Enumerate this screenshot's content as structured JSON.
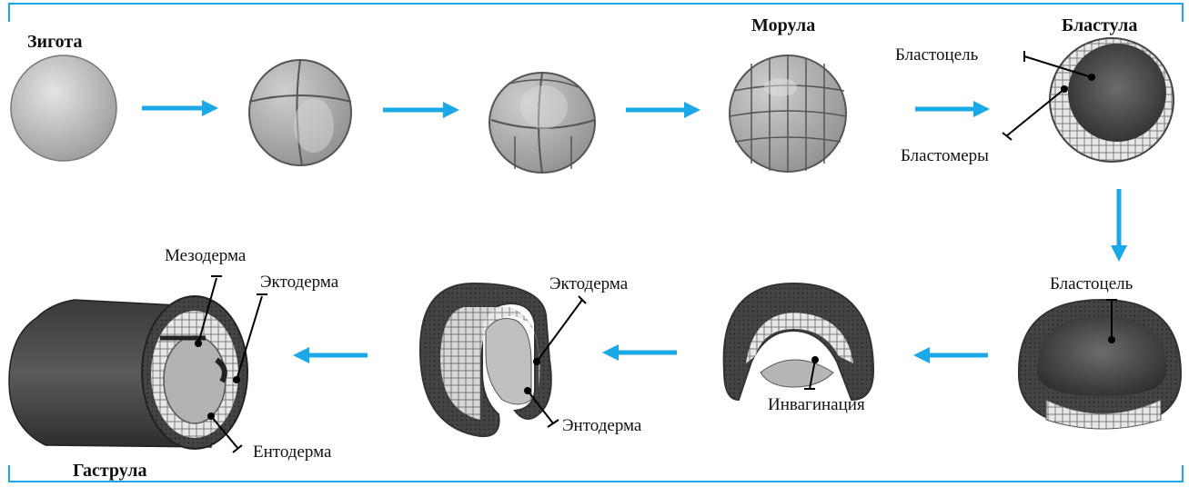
{
  "colors": {
    "arrow": "#1aa9e6",
    "frame": "#1aa9e6"
  },
  "stages": {
    "zygote": "Зигота",
    "morula": "Морула",
    "blastula": "Бластула",
    "gastrula": "Гаструла"
  },
  "labels": {
    "blastocoel_top": "Бластоцель",
    "blastomeres": "Бластомеры",
    "blastocoel_right": "Бластоцель",
    "invagination": "Инвагинация",
    "ectoderm_mid": "Эктодерма",
    "endoderm_mid": "Энтодерма",
    "mesoderm": "Мезодерма",
    "ectoderm_gastrula": "Эктодерма",
    "entoderm_gastrula": "Ентодерма"
  }
}
